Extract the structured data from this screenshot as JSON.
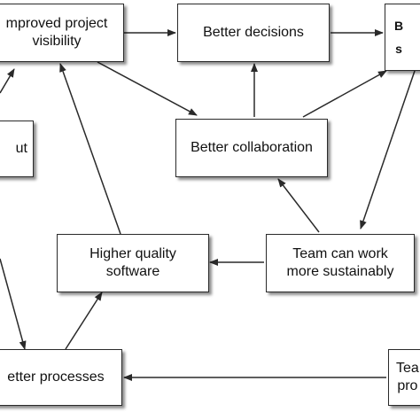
{
  "nodes": {
    "improved_visibility": {
      "text": "mproved project\nvisibility"
    },
    "better_decisions": {
      "text": "Better decisions"
    },
    "top_right": {
      "text": "B\n\ns"
    },
    "left_mid": {
      "text": "ut"
    },
    "better_collaboration": {
      "text": "Better collaboration"
    },
    "higher_quality": {
      "text": "Higher quality\nsoftware"
    },
    "team_sustainably": {
      "text": "Team can work\nmore sustainably"
    },
    "better_processes": {
      "text": "etter processes"
    },
    "bottom_right": {
      "text": "Tea\npro"
    }
  },
  "colors": {
    "stroke": "#2a2a2a",
    "background": "#ffffff"
  }
}
